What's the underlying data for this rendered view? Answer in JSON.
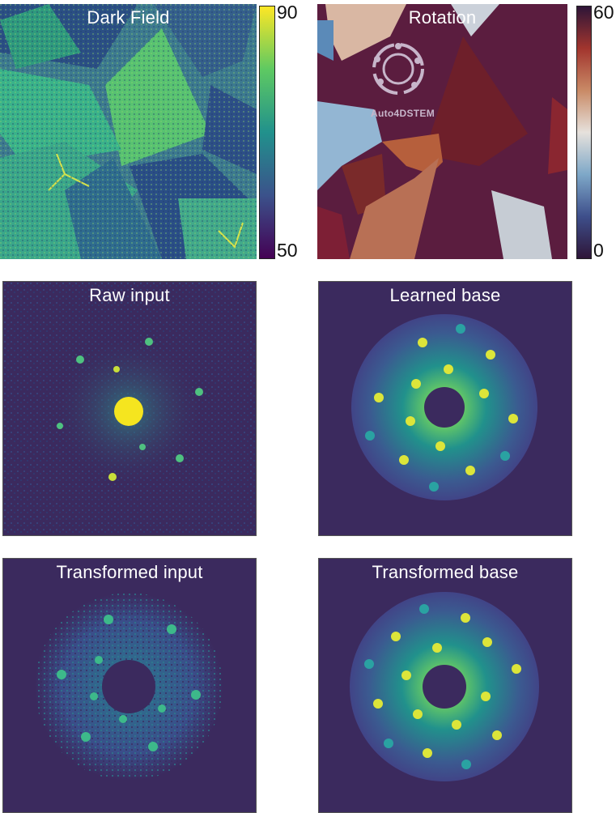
{
  "chart_data": [
    {
      "type": "heatmap",
      "title": "Dark Field",
      "colormap": "viridis",
      "colorbar": {
        "min_label": "50",
        "max_label": "90",
        "min": 50,
        "max": 90
      },
      "grid": false
    },
    {
      "type": "heatmap",
      "title": "Rotation",
      "colormap": "twilight",
      "colorbar": {
        "min_label": "0",
        "max_label": "60",
        "min": 0,
        "max": 60
      },
      "logo_text": "Auto4DSTEM",
      "grid": false
    },
    {
      "type": "heatmap",
      "title": "Raw input",
      "colormap": "viridis",
      "grid": false
    },
    {
      "type": "heatmap",
      "title": "Learned base",
      "colormap": "viridis",
      "grid": false
    },
    {
      "type": "heatmap",
      "title": "Transformed input",
      "colormap": "viridis",
      "grid": false
    },
    {
      "type": "heatmap",
      "title": "Transformed base",
      "colormap": "viridis",
      "grid": false
    }
  ],
  "colors": {
    "viridis_dark": "#440154",
    "viridis_bg": "#3b2a5e",
    "viridis_mid": "#21918c",
    "viridis_bright": "#fde725",
    "rotation_dark": "#5a1a3a",
    "rotation_light": "#c9d0d8"
  }
}
